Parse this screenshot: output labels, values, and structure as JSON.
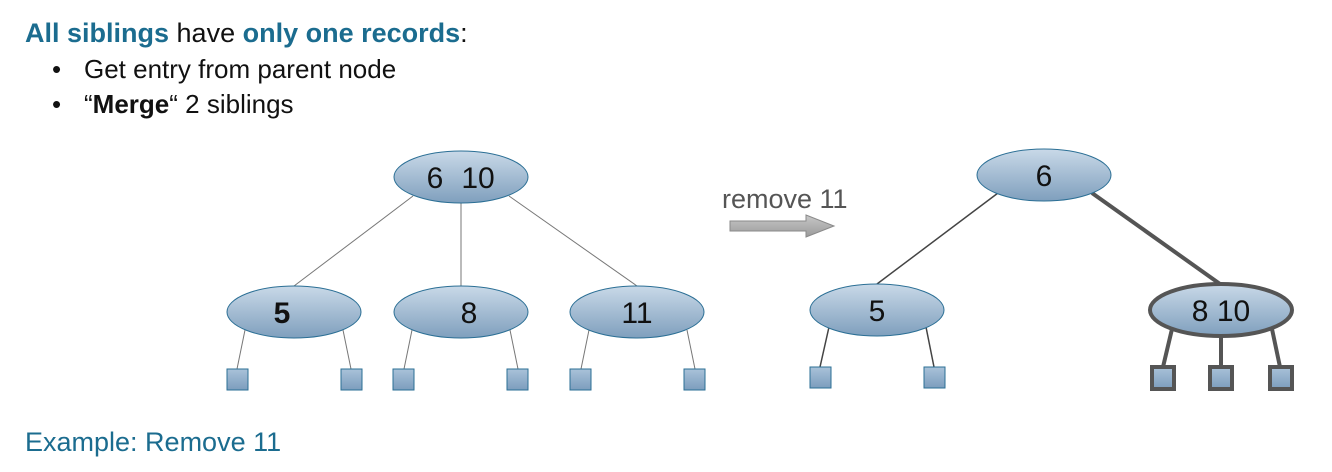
{
  "heading": {
    "part1": "All siblings",
    "part2": " have ",
    "part3": "only one records",
    "part4": ":"
  },
  "bullets": [
    {
      "symbol": "•",
      "text": "Get entry from parent node"
    },
    {
      "symbol": "•",
      "open_quote": "“",
      "bold": "Merge",
      "close_quote": "“",
      "rest": " 2 siblings"
    }
  ],
  "arrow_label": "remove 11",
  "example": "Example: Remove 11",
  "before_tree": {
    "root": {
      "k1": "6",
      "k2": "10"
    },
    "children": [
      "5",
      "8",
      "11"
    ]
  },
  "after_tree": {
    "root": "6",
    "left": "5",
    "merged": "8 10"
  },
  "colors": {
    "accent": "#1b6c8f",
    "node_fill_top": "#c9d9e8",
    "node_fill_bottom": "#7f9fbd",
    "node_stroke": "#2b6f95",
    "leaf_fill": "#8caecc",
    "highlight": "#555555"
  }
}
